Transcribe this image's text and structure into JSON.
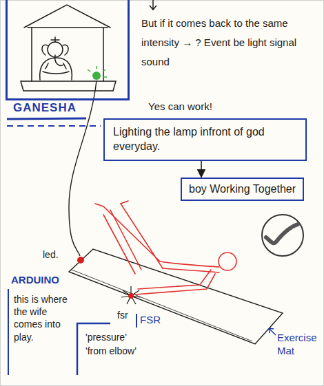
{
  "diagram": {
    "nodes": [
      {
        "text": [
          "GANESHA"
        ]
      },
      {
        "text": [
          "Lighting the lamp infront of god everyday."
        ]
      },
      {
        "text": [
          "boy Working Together"
        ]
      }
    ],
    "edges": [
      {
        "from": 1,
        "to": 2,
        "arrow": "to"
      }
    ],
    "labels": [
      "But if it comes back to the same intensity → ? Event be light signal sound",
      "Yes can work!",
      "led.",
      "ARDUINO",
      "this is where the wife comes into play.",
      "Exercise Mat",
      "fsr",
      "FSR",
      "'pressure'",
      "'from elbow'"
    ]
  }
}
